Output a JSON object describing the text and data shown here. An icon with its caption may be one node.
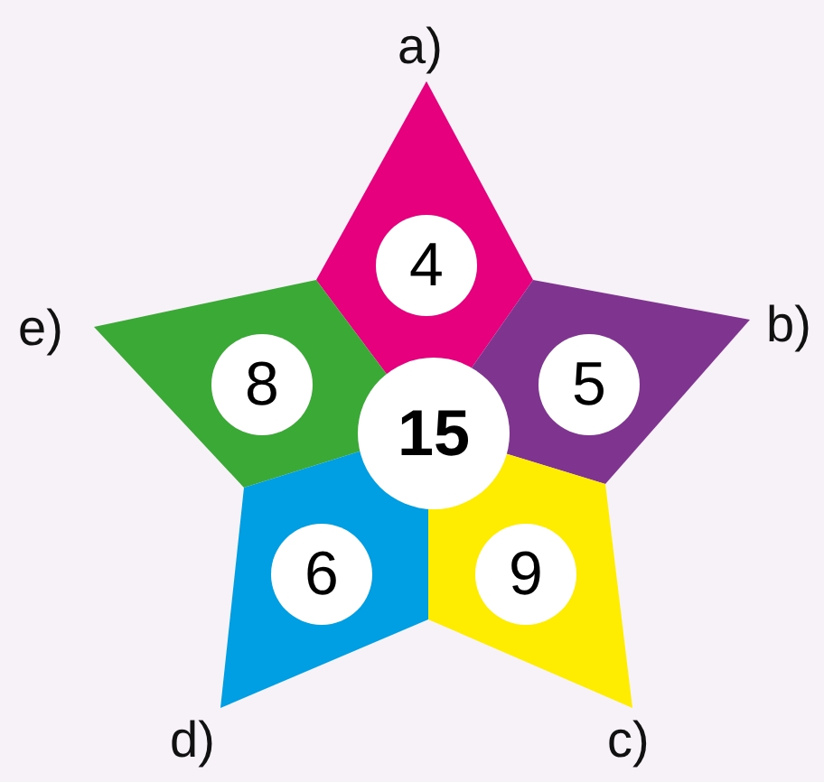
{
  "diagram": {
    "nodes": [
      {
        "text": [
          "4"
        ],
        "beside": [
          "a)"
        ]
      },
      {
        "text": [
          "8"
        ],
        "beside": [
          "e)"
        ]
      },
      {
        "text": [
          "5"
        ],
        "beside": [
          "b)"
        ]
      },
      {
        "text": [
          "6"
        ],
        "beside": [
          "d)"
        ]
      },
      {
        "text": [
          "9"
        ],
        "beside": [
          "c)"
        ]
      },
      {
        "text": [
          "15"
        ]
      }
    ]
  }
}
